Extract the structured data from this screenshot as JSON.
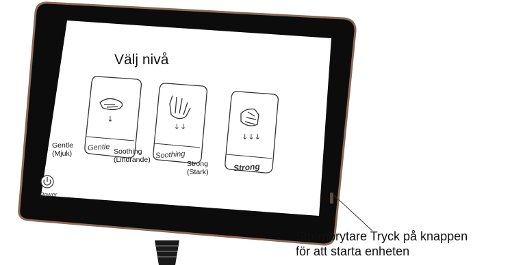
{
  "screen": {
    "title": "Välj nivå"
  },
  "levels": [
    {
      "id": "gentle",
      "card_caption": "Gentle",
      "label_line1": "Gentle",
      "label_line2": "(Mjuk)",
      "icon": "open-hand-icon",
      "arrows": "↓"
    },
    {
      "id": "soothing",
      "card_caption": "Soothing",
      "label_line1": "Soothing",
      "label_line2": "(Lindrande)",
      "icon": "palm-hand-icon",
      "arrows": "↓↓"
    },
    {
      "id": "strong",
      "card_caption": "Strong",
      "label_line1": "Strong",
      "label_line2": "(Stark)",
      "icon": "fist-hand-icon",
      "arrows": "↓↓↓"
    }
  ],
  "power": {
    "caption": "Power",
    "icon": "power-icon"
  },
  "callout": {
    "line1": "Strömbrytare Tryck på knappen",
    "line2": "för att starta enheten"
  },
  "colors": {
    "bezel": "#0c0c0c",
    "frame_edge": "#8a6a58",
    "screen": "#ffffff",
    "line": "#333333"
  }
}
